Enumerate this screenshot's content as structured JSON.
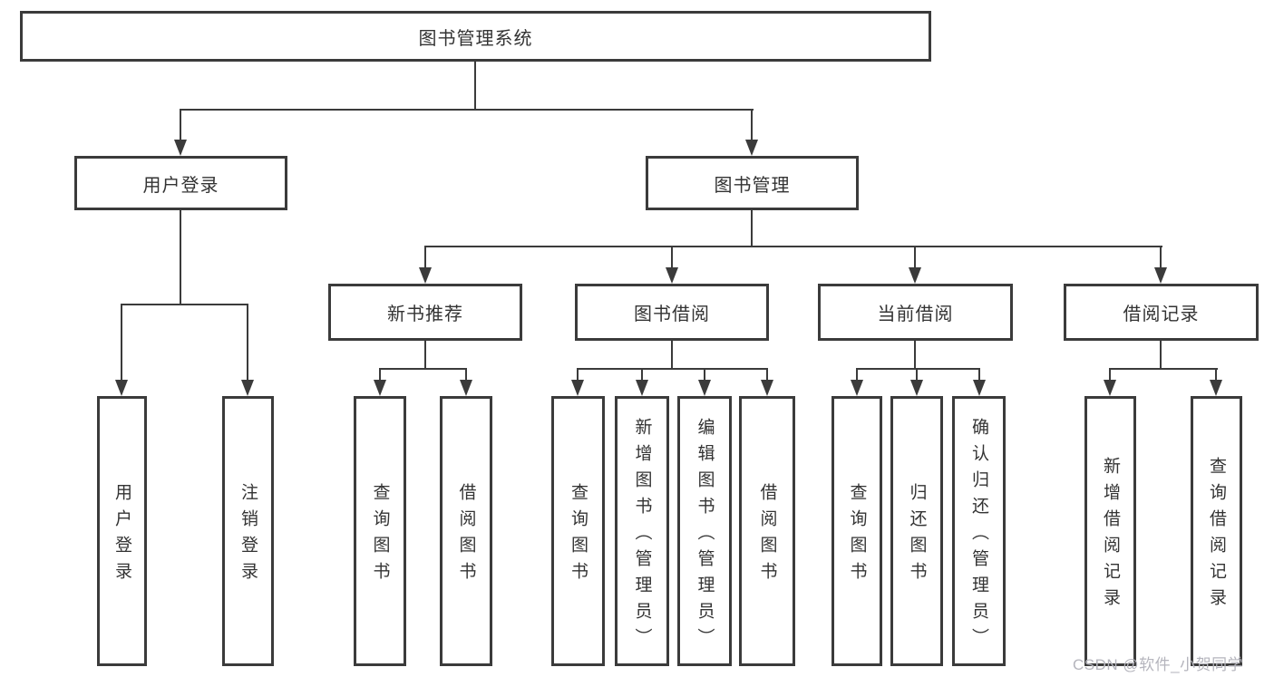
{
  "tree": {
    "root": {
      "label": "图书管理系统"
    },
    "branches": [
      {
        "label": "用户登录",
        "children": [
          {
            "label": "用户登录"
          },
          {
            "label": "注销登录"
          }
        ]
      },
      {
        "label": "图书管理",
        "children": [
          {
            "label": "新书推荐",
            "children": [
              {
                "label": "查询图书"
              },
              {
                "label": "借阅图书"
              }
            ]
          },
          {
            "label": "图书借阅",
            "children": [
              {
                "label": "查询图书"
              },
              {
                "label": "新增图书（管理员）"
              },
              {
                "label": "编辑图书（管理员）"
              },
              {
                "label": "借阅图书"
              }
            ]
          },
          {
            "label": "当前借阅",
            "children": [
              {
                "label": "查询图书"
              },
              {
                "label": "归还图书"
              },
              {
                "label": "确认归还（管理员）"
              }
            ]
          },
          {
            "label": "借阅记录",
            "children": [
              {
                "label": "新增借阅记录"
              },
              {
                "label": "查询借阅记录"
              }
            ]
          }
        ]
      }
    ]
  },
  "watermark": {
    "text": "CSDN @软件_小贺同学"
  },
  "colors": {
    "line": "#3b3b3b",
    "box_border": "#3b3b3b",
    "text": "#333333",
    "background": "#ffffff",
    "watermark": "#b5b5bd"
  }
}
